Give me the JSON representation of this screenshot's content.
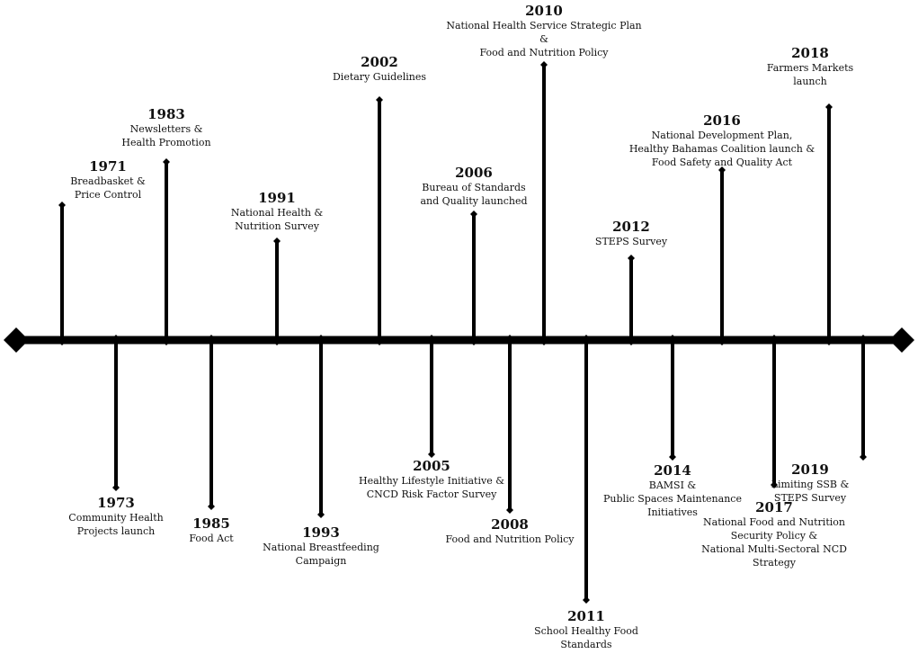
{
  "events": [
    {
      "year": "1971",
      "description": "Breadbasket &\nPrice Control",
      "side": "above"
    },
    {
      "year": "1973",
      "description": "Community Health\nProjects launch",
      "side": "below"
    },
    {
      "year": "1983",
      "description": "Newsletters &\nHealth Promotion",
      "side": "above"
    },
    {
      "year": "1985",
      "description": "Food Act",
      "side": "below"
    },
    {
      "year": "1991",
      "description": "National Health &\nNutrition Survey",
      "side": "above"
    },
    {
      "year": "1993",
      "description": "National Breastfeeding\nCampaign",
      "side": "below"
    },
    {
      "year": "2002",
      "description": "Dietary Guidelines",
      "side": "above"
    },
    {
      "year": "2005",
      "description": "Healthy Lifestyle Initiative &\nCNCD Risk Factor Survey",
      "side": "below"
    },
    {
      "year": "2006",
      "description": "Bureau of Standards\nand Quality launched",
      "side": "above"
    },
    {
      "year": "2008",
      "description": "Food and Nutrition Policy",
      "side": "below"
    },
    {
      "year": "2010",
      "description": "National Health Service Strategic Plan\n&\nFood and Nutrition Policy",
      "side": "above"
    },
    {
      "year": "2011",
      "description": "School Healthy Food\nStandards",
      "side": "below"
    },
    {
      "year": "2012",
      "description": "STEPS Survey",
      "side": "above"
    },
    {
      "year": "2014",
      "description": "BAMSI &\nPublic Spaces Maintenance\nInitiatives",
      "side": "below"
    },
    {
      "year": "2016",
      "description": "National Development Plan,\nHealthy Bahamas Coalition launch &\nFood Safety and Quality Act",
      "side": "above"
    },
    {
      "year": "2017",
      "description": "National Food and Nutrition\nSecurity Policy &\nNational Multi-Sectoral NCD\nStrategy",
      "side": "below"
    },
    {
      "year": "2018",
      "description": "Farmers Markets\nlaunch",
      "side": "above"
    },
    {
      "year": "2019",
      "description": "Limiting SSB &\nSTEPS Survey",
      "side": "below"
    }
  ]
}
